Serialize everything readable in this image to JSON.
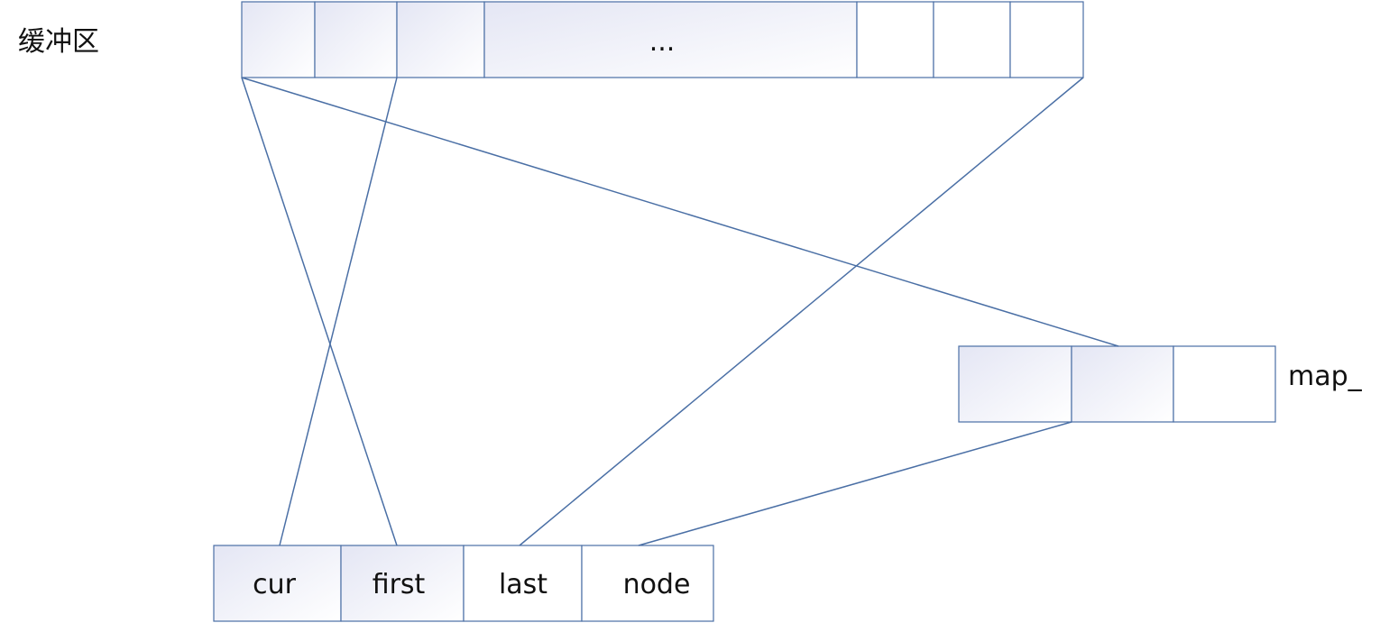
{
  "buffer": {
    "label": "缓冲区",
    "ellipsis": "..."
  },
  "map": {
    "label": "map_"
  },
  "iterator": {
    "fields": [
      "cur",
      "first",
      "last",
      "node"
    ]
  },
  "colors": {
    "stroke": "#4a6fa5",
    "fill_start": "#e6e8f5",
    "fill_end": "#ffffff"
  }
}
